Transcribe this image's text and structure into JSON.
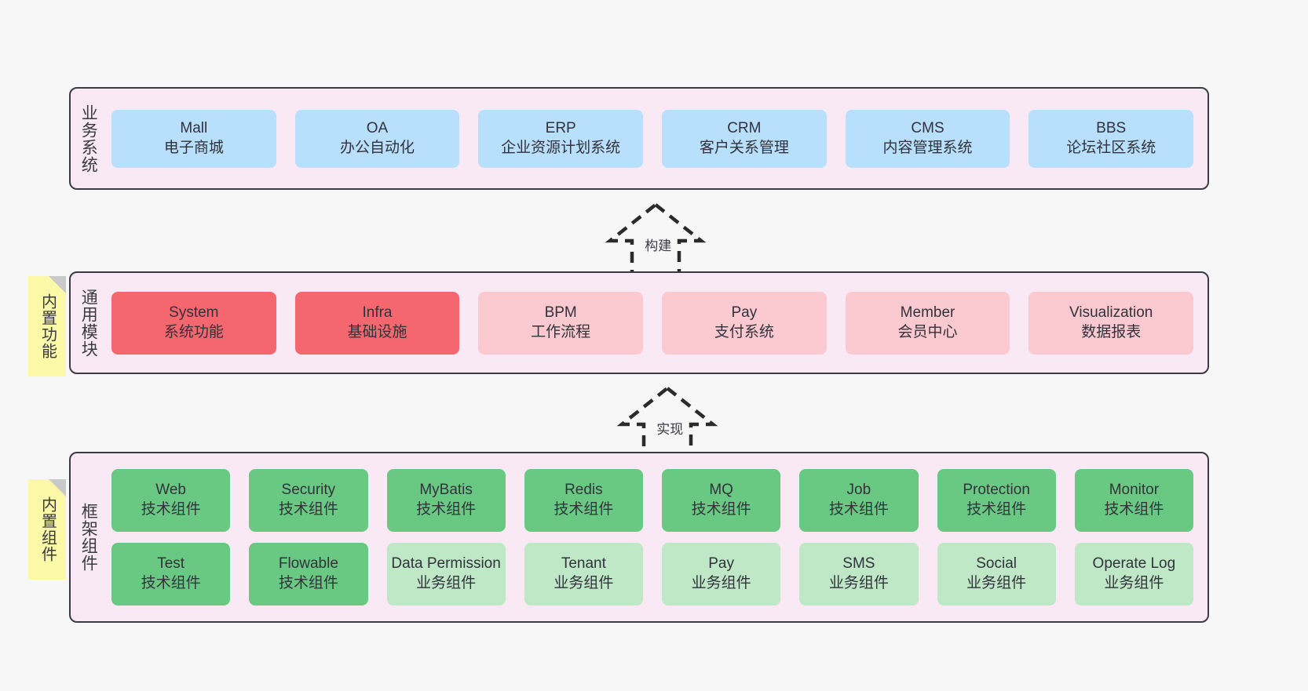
{
  "diagram": {
    "title": "ruoyi-vue-pro architecture layers",
    "background_color": "#f7f7f7",
    "layer_band_color": "#f8e9f4",
    "layer_border_color": "#3b3b44"
  },
  "sticky_notes": [
    {
      "name": "builtin-features",
      "label": "内置功能",
      "color": "#fbf8a8"
    },
    {
      "name": "builtin-components",
      "label": "内置组件",
      "color": "#fbf8a8"
    }
  ],
  "connectors": [
    {
      "name": "build",
      "label": "构建",
      "style": "dashed-hollow-triangle"
    },
    {
      "name": "implement",
      "label": "实现",
      "style": "dashed-hollow-triangle"
    }
  ],
  "layers": [
    {
      "id": "business",
      "title": "业务系统",
      "rows": [
        {
          "color": "#b8dffb",
          "cells": [
            {
              "en": "Mall",
              "cn": "电子商城"
            },
            {
              "en": "OA",
              "cn": "办公自动化"
            },
            {
              "en": "ERP",
              "cn": "企业资源计划系统"
            },
            {
              "en": "CRM",
              "cn": "客户关系管理"
            },
            {
              "en": "CMS",
              "cn": "内容管理系统"
            },
            {
              "en": "BBS",
              "cn": "论坛社区系统"
            }
          ]
        }
      ]
    },
    {
      "id": "modules",
      "title": "通用模块",
      "rows": [
        {
          "cells": [
            {
              "en": "System",
              "cn": "系统功能",
              "color": "#f4676e"
            },
            {
              "en": "Infra",
              "cn": "基础设施",
              "color": "#f4676e"
            },
            {
              "en": "BPM",
              "cn": "工作流程",
              "color": "#fbc9d0"
            },
            {
              "en": "Pay",
              "cn": "支付系统",
              "color": "#fbc9d0"
            },
            {
              "en": "Member",
              "cn": "会员中心",
              "color": "#fbc9d0"
            },
            {
              "en": "Visualization",
              "cn": "数据报表",
              "color": "#fbc9d0"
            }
          ]
        }
      ]
    },
    {
      "id": "framework",
      "title": "框架组件",
      "rows": [
        {
          "cells": [
            {
              "en": "Web",
              "cn": "技术组件",
              "color": "#69c983"
            },
            {
              "en": "Security",
              "cn": "技术组件",
              "color": "#69c983"
            },
            {
              "en": "MyBatis",
              "cn": "技术组件",
              "color": "#69c983"
            },
            {
              "en": "Redis",
              "cn": "技术组件",
              "color": "#69c983"
            },
            {
              "en": "MQ",
              "cn": "技术组件",
              "color": "#69c983"
            },
            {
              "en": "Job",
              "cn": "技术组件",
              "color": "#69c983"
            },
            {
              "en": "Protection",
              "cn": "技术组件",
              "color": "#69c983"
            },
            {
              "en": "Monitor",
              "cn": "技术组件",
              "color": "#69c983"
            }
          ]
        },
        {
          "cells": [
            {
              "en": "Test",
              "cn": "技术组件",
              "color": "#69c983"
            },
            {
              "en": "Flowable",
              "cn": "技术组件",
              "color": "#69c983"
            },
            {
              "en": "Data Permission",
              "cn": "业务组件",
              "color": "#bfe8c6",
              "wrap": true
            },
            {
              "en": "Tenant",
              "cn": "业务组件",
              "color": "#bfe8c6"
            },
            {
              "en": "Pay",
              "cn": "业务组件",
              "color": "#bfe8c6"
            },
            {
              "en": "SMS",
              "cn": "业务组件",
              "color": "#bfe8c6"
            },
            {
              "en": "Social",
              "cn": "业务组件",
              "color": "#bfe8c6"
            },
            {
              "en": "Operate Log",
              "cn": "业务组件",
              "color": "#bfe8c6"
            }
          ]
        }
      ]
    }
  ]
}
